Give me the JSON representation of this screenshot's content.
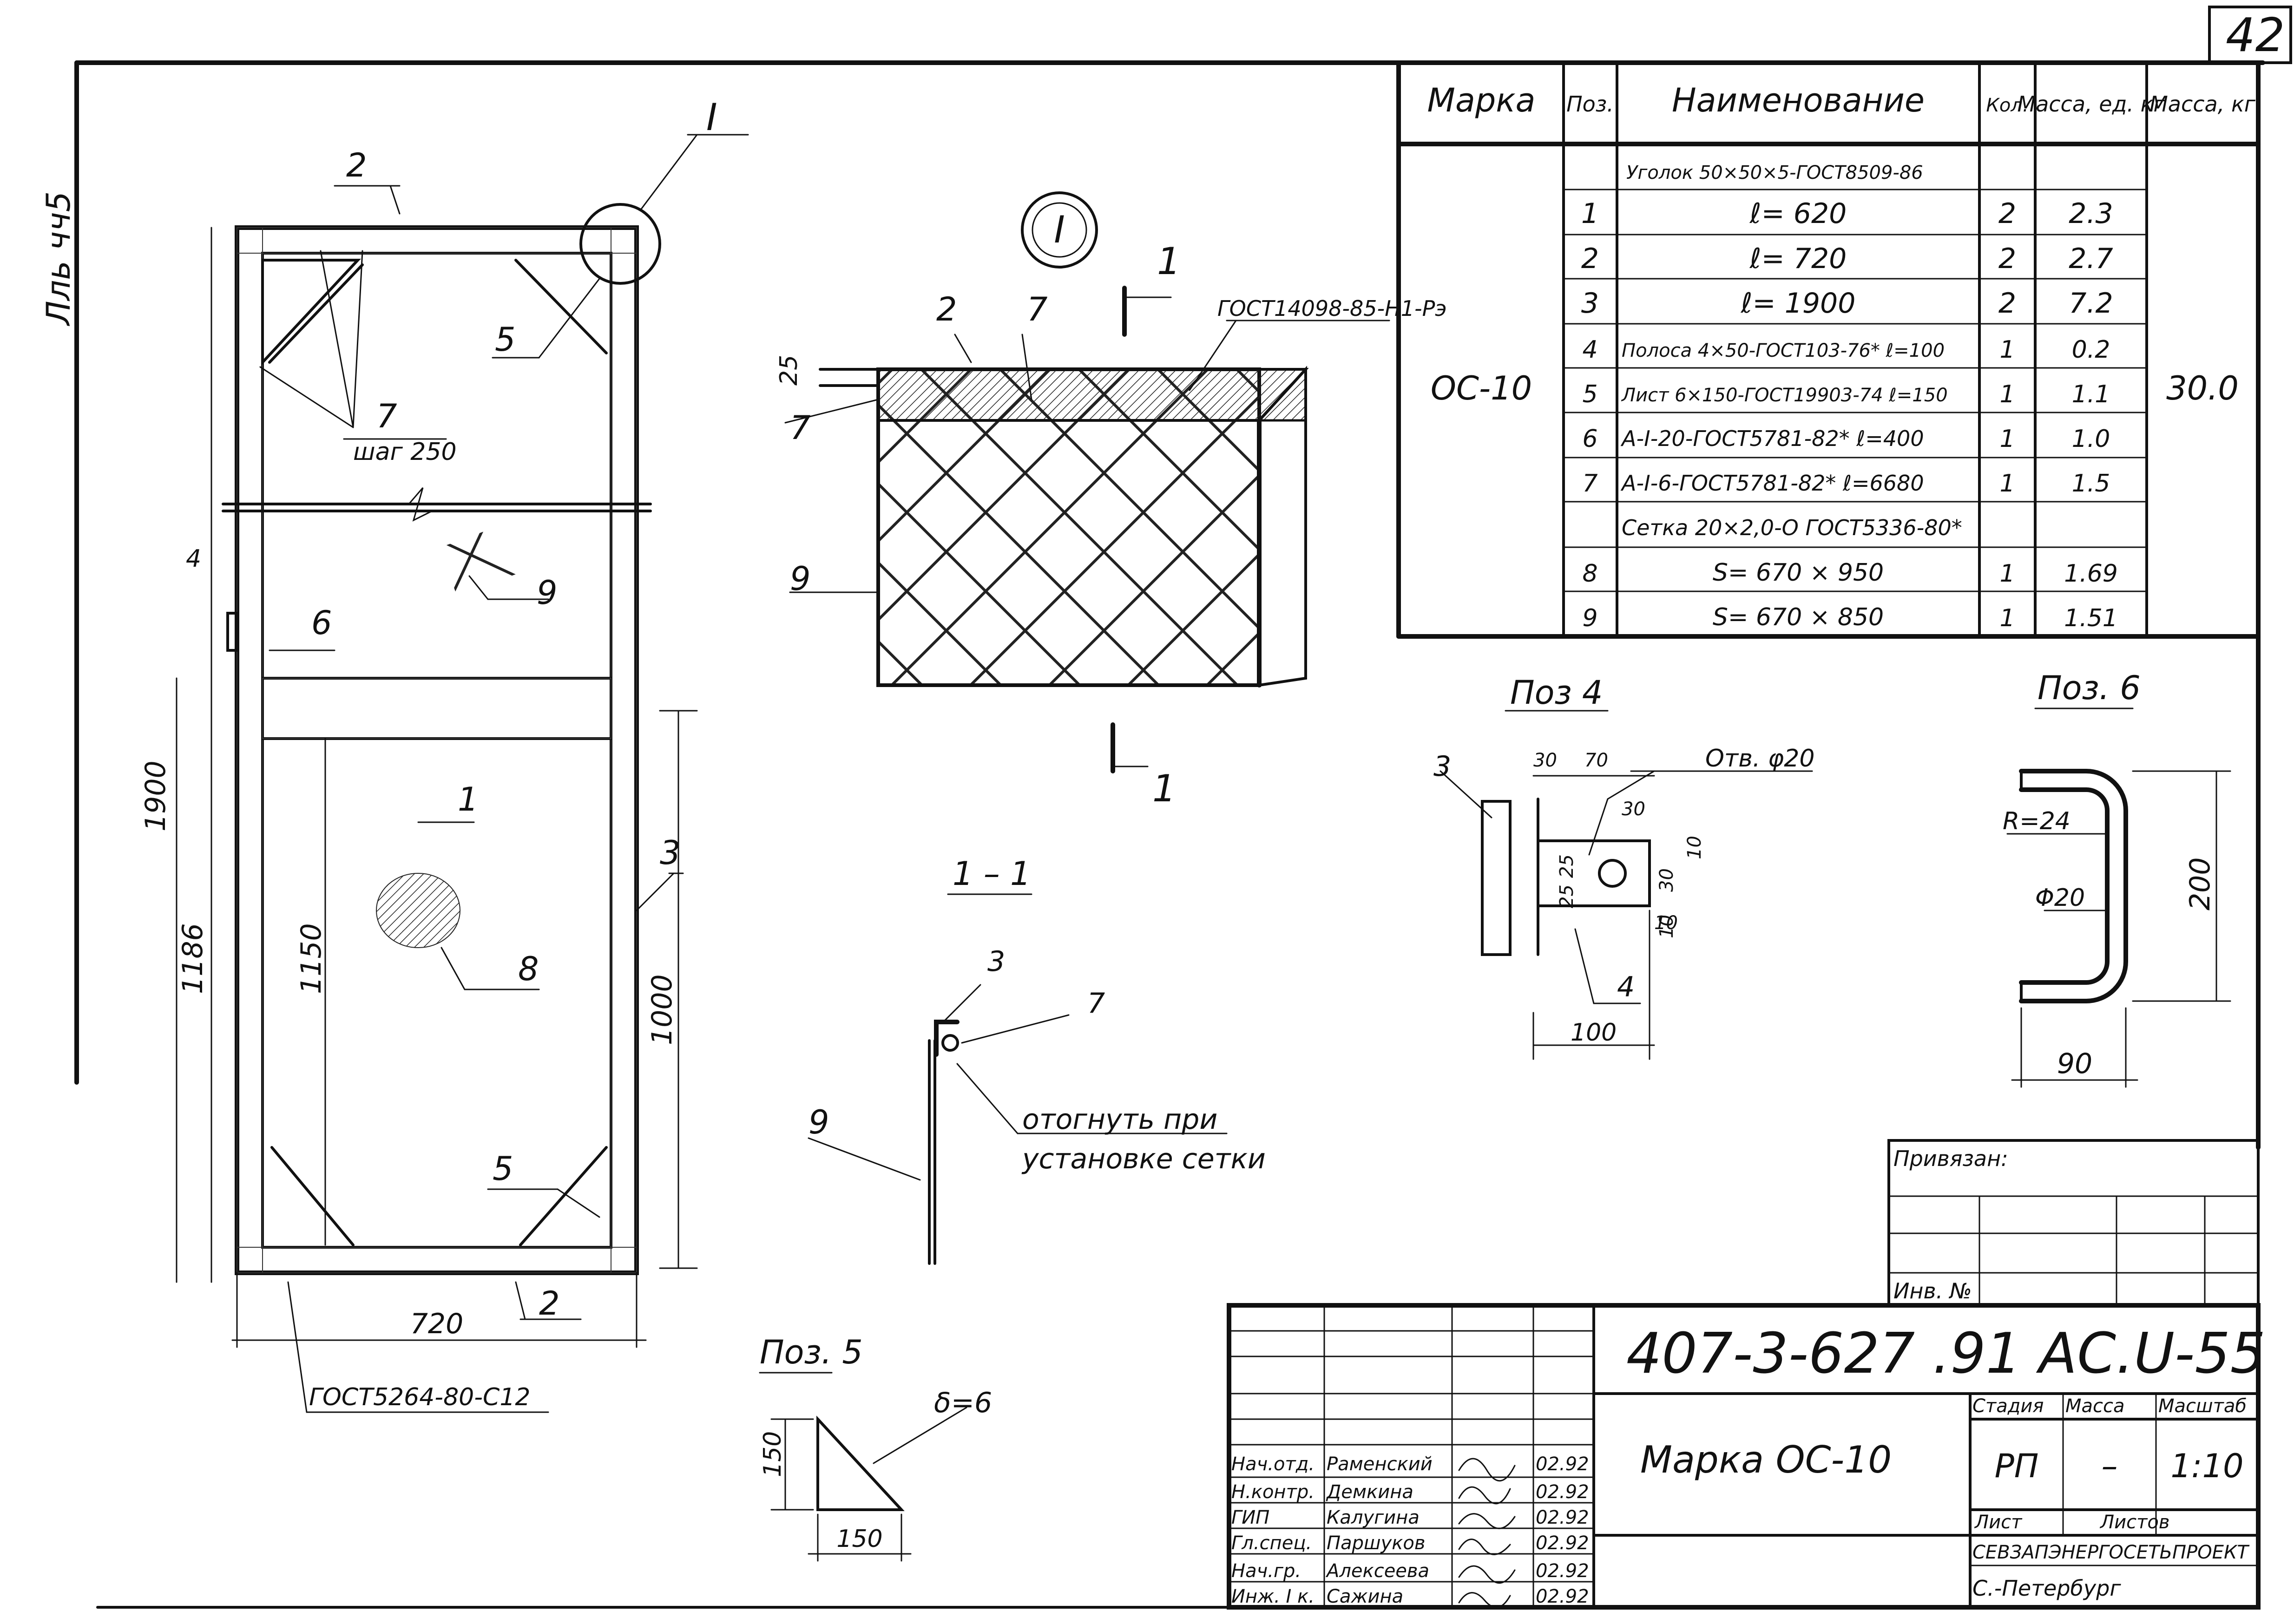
{
  "sheet": {
    "page_number": "42",
    "side_note": "Лль чч5"
  },
  "frame_view": {
    "callout_detail": "I",
    "labels": {
      "pos2_top": "2",
      "pos5_top": "5",
      "pos7": "7",
      "step": "шаг 250",
      "pos4": "4",
      "pos9": "9",
      "pos6": "6",
      "pos1": "1",
      "pos8": "8",
      "pos3": "3",
      "pos5_bottom": "5",
      "pos2_bottom": "2"
    },
    "dims": {
      "height_total": "1900",
      "height_lower": "1186",
      "inner_1150": "1150",
      "right_1000": "1000",
      "width": "720"
    },
    "channel_note": "ГОСТ5264-80-С12"
  },
  "detail_I": {
    "title": "I",
    "labels": {
      "pos2": "2",
      "pos7": "7",
      "pos9": "9",
      "gost": "ГОСТ14098-85-Н1-Рэ",
      "dim25": "25"
    },
    "section_marks": [
      "1",
      "1"
    ]
  },
  "section_1_1": {
    "title": "1 – 1",
    "labels": {
      "pos3": "3",
      "pos7": "7",
      "pos9": "9"
    },
    "note_line1": "отогнуть при",
    "note_line2": "установке сетки"
  },
  "poz4": {
    "title": "Поз 4",
    "hole": "Отв. φ20",
    "labels": {
      "pos3": "3",
      "pos4": "4"
    },
    "dims": [
      "30",
      "70",
      "30",
      "10",
      "25",
      "25",
      "30",
      "10",
      "10",
      "100"
    ]
  },
  "poz5": {
    "title": "Поз. 5",
    "thickness": "δ=6",
    "dims": {
      "height": "150",
      "width": "150"
    }
  },
  "poz6": {
    "title": "Поз. 6",
    "radius": "R=24",
    "diameter": "Φ20",
    "dims": {
      "height": "200",
      "width": "90"
    }
  },
  "bom": {
    "headers": [
      "Марка",
      "Поз.",
      "Наименование",
      "Кол.",
      "Масса, ед. кг",
      "Масса, кг"
    ],
    "mark": "ОС-10",
    "total_mass": "30.0",
    "rows": [
      {
        "pos": "",
        "name": "Уголок 50×50×5-ГОСТ8509-86",
        "qty": "",
        "unit_mass": ""
      },
      {
        "pos": "1",
        "name": "ℓ= 620",
        "qty": "2",
        "unit_mass": "2.3"
      },
      {
        "pos": "2",
        "name": "ℓ= 720",
        "qty": "2",
        "unit_mass": "2.7"
      },
      {
        "pos": "3",
        "name": "ℓ= 1900",
        "qty": "2",
        "unit_mass": "7.2"
      },
      {
        "pos": "4",
        "name": "Полоса 4×50-ГОСТ103-76* ℓ=100",
        "qty": "1",
        "unit_mass": "0.2"
      },
      {
        "pos": "5",
        "name": "Лист 6×150-ГОСТ19903-74 ℓ=150",
        "qty": "1",
        "unit_mass": "1.1"
      },
      {
        "pos": "6",
        "name": "А-I-20-ГОСТ5781-82* ℓ=400",
        "qty": "1",
        "unit_mass": "1.0"
      },
      {
        "pos": "7",
        "name": "А-I-6-ГОСТ5781-82* ℓ=6680",
        "qty": "1",
        "unit_mass": "1.5"
      },
      {
        "pos": "",
        "name": "Сетка 20×2,0-О ГОСТ5336-80*",
        "qty": "",
        "unit_mass": ""
      },
      {
        "pos": "8",
        "name": "S= 670 × 950",
        "qty": "1",
        "unit_mass": "1.69"
      },
      {
        "pos": "9",
        "name": "S= 670 × 850",
        "qty": "1",
        "unit_mass": "1.51"
      }
    ]
  },
  "approval_box": {
    "linked": "Привязан:",
    "inv_no": "Инв. №"
  },
  "title_block": {
    "designation": "407-3-627 .91 АС.U-55",
    "title": "Марка ОС-10",
    "stage_header": "Стадия",
    "mass_header": "Масса",
    "scale_header": "Масштаб",
    "stage": "РП",
    "mass": "–",
    "scale": "1:10",
    "sheet_label": "Лист",
    "sheets_label": "Листов",
    "org": "СЕВЗАПЭНЕРГОСЕТЬПРОЕКТ",
    "city": "С.-Петербург",
    "signatures": [
      {
        "role": "Нач.отд.",
        "name": "Раменский",
        "date": "02.92"
      },
      {
        "role": "Н.контр.",
        "name": "Демкина",
        "date": "02.92"
      },
      {
        "role": "ГИП",
        "name": "Калугина",
        "date": "02.92"
      },
      {
        "role": "Гл.спец.",
        "name": "Паршуков",
        "date": "02.92"
      },
      {
        "role": "Нач.гр.",
        "name": "Алексеева",
        "date": "02.92"
      },
      {
        "role": "Инж. I к.",
        "name": "Сажина",
        "date": "02.92"
      }
    ]
  }
}
